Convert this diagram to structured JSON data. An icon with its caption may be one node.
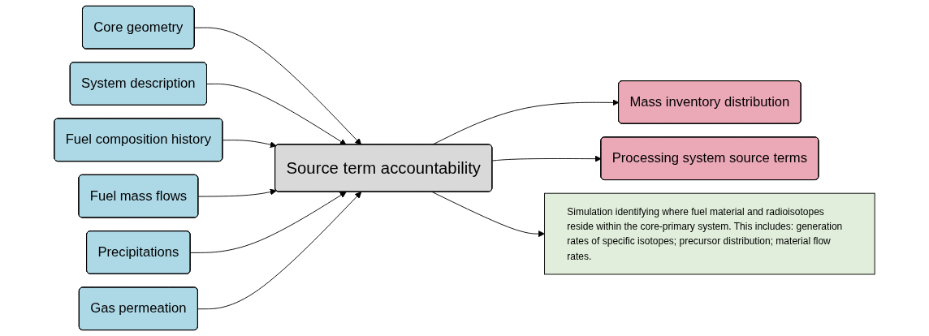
{
  "diagram": {
    "nodes": [
      {
        "text": [
          "Core geometry"
        ]
      },
      {
        "text": [
          "System description"
        ]
      },
      {
        "text": [
          "Fuel composition history"
        ]
      },
      {
        "text": [
          "Fuel mass flows"
        ]
      },
      {
        "text": [
          "Precipitations"
        ]
      },
      {
        "text": [
          "Gas permeation"
        ]
      },
      {
        "text": [
          "Source term accountability"
        ]
      },
      {
        "text": [
          "Mass inventory distribution"
        ]
      },
      {
        "text": [
          "Processing system source terms"
        ]
      },
      {
        "text": [
          "Simulation identifying where fuel material and radioisotopes reside within the core-primary system. This includes: generation rates of specific isotopes; precursor distribution; material flow rates."
        ]
      }
    ],
    "edges": [
      {
        "from": 0,
        "to": 6,
        "arrow": "to"
      },
      {
        "from": 1,
        "to": 6,
        "arrow": "to"
      },
      {
        "from": 2,
        "to": 6,
        "arrow": "to"
      },
      {
        "from": 3,
        "to": 6,
        "arrow": "to"
      },
      {
        "from": 4,
        "to": 6,
        "arrow": "to"
      },
      {
        "from": 5,
        "to": 6,
        "arrow": "to"
      },
      {
        "from": 6,
        "to": 7,
        "arrow": "to"
      },
      {
        "from": 6,
        "to": 8,
        "arrow": "to"
      },
      {
        "from": 6,
        "to": 9,
        "arrow": "to"
      }
    ]
  }
}
